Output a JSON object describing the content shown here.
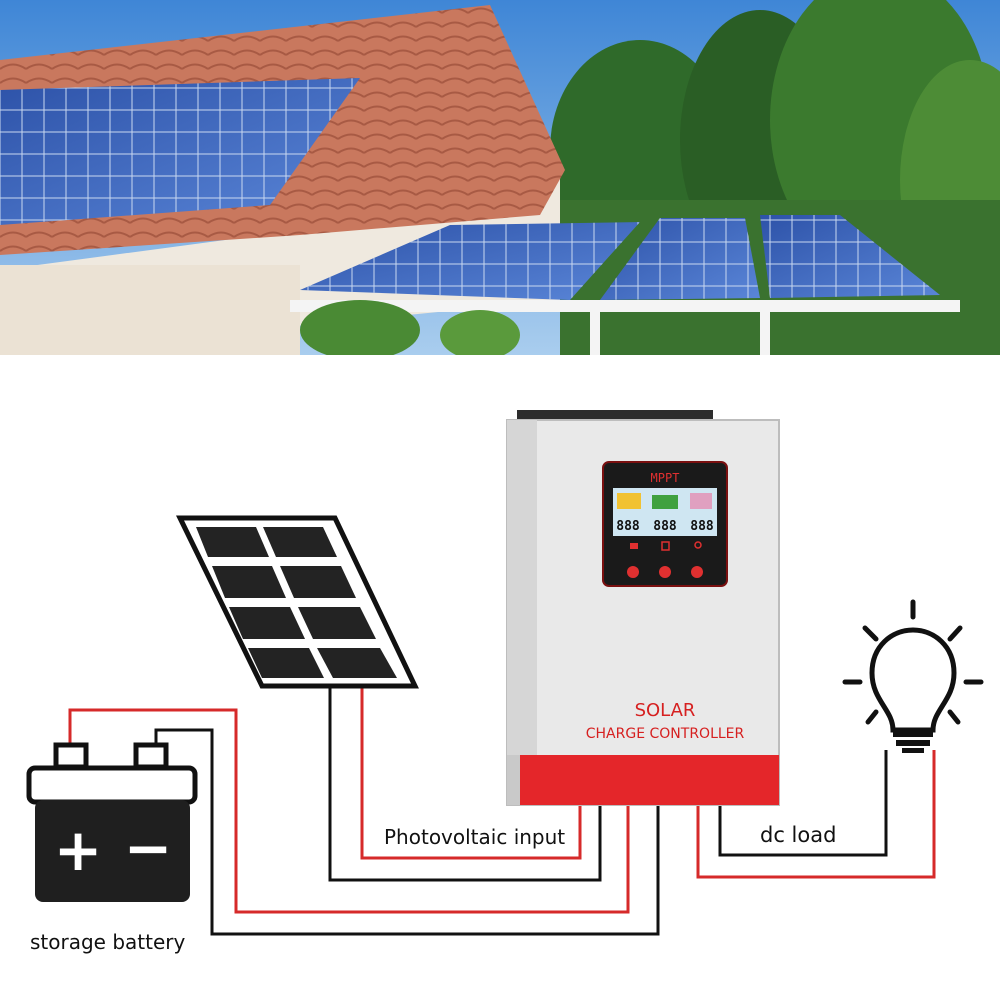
{
  "controller": {
    "display_brand": "MPPT",
    "product_line1": "SOLAR",
    "product_line2": "CHARGE CONTROLLER",
    "segment_left": "888",
    "segment_mid": "888",
    "segment_right": "888"
  },
  "labels": {
    "pv_input": "Photovoltaic input",
    "dc_load": "dc load",
    "battery": "storage battery"
  },
  "battery_symbols": {
    "plus": "+",
    "minus": "−"
  },
  "colors": {
    "wire_positive": "#d62a2a",
    "wire_negative": "#111111",
    "controller_band": "#e4262a",
    "panel_cells": "#232323"
  }
}
